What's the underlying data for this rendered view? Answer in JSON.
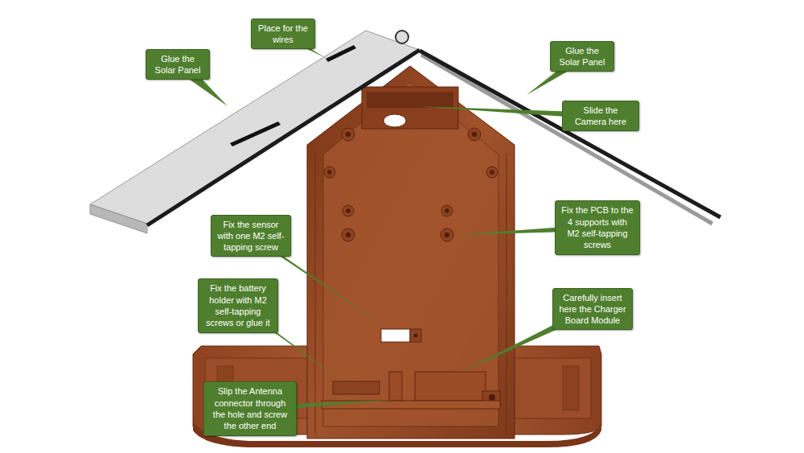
{
  "diagram": {
    "nodes": [
      {
        "text": [
          "Glue the Solar Panel"
        ]
      },
      {
        "text": [
          "Place for the wires"
        ]
      },
      {
        "text": [
          "Glue the Solar Panel"
        ]
      },
      {
        "text": [
          "Slide the Camera here"
        ]
      },
      {
        "text": [
          "Fix the sensor with one M2 self-tapping screw"
        ]
      },
      {
        "text": [
          "Fix the PCB to the 4 supports with M2 self-tapping screws"
        ]
      },
      {
        "text": [
          "Fix the battery holder with M2 self-tapping screws or glue it"
        ]
      },
      {
        "text": [
          "Carefully insert here the Charger Board Module"
        ]
      },
      {
        "text": [
          "Slip the Antenna connector through the hole and screw the other end"
        ]
      }
    ]
  }
}
